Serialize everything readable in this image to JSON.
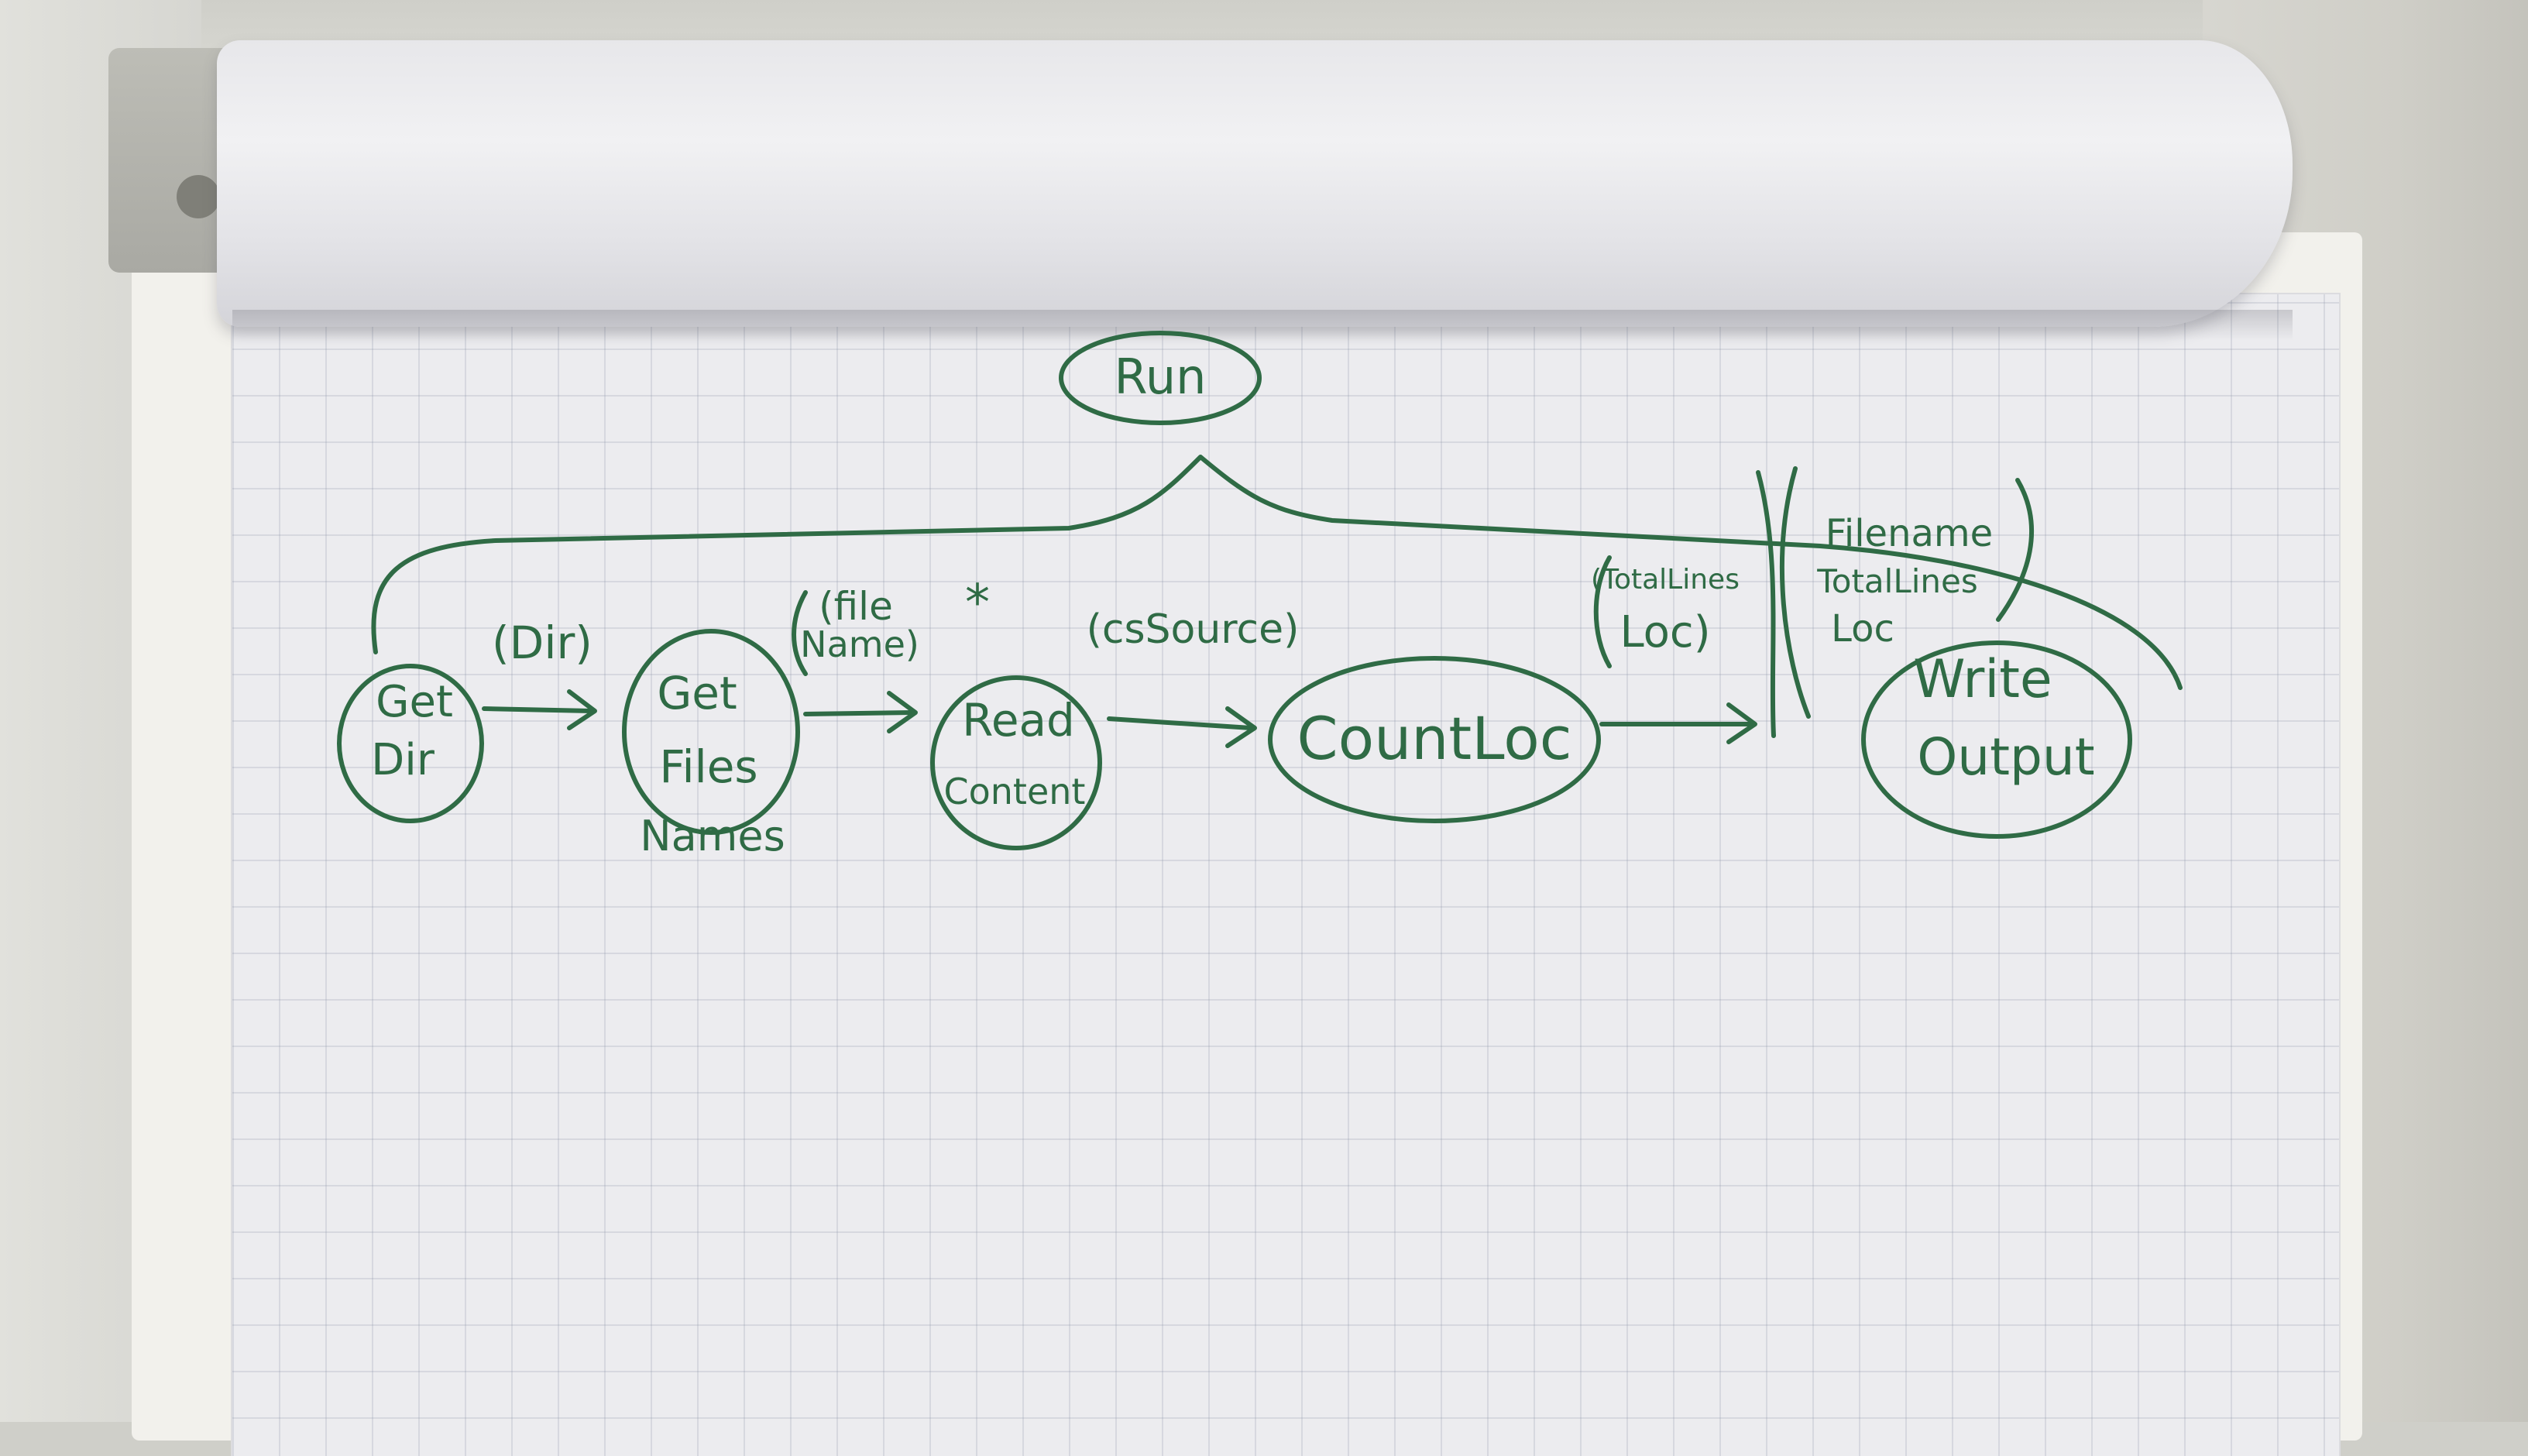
{
  "colors": {
    "marker_ink": "#2f6b45",
    "paper": "#ececef",
    "grid": "#9aa2b0"
  },
  "diagram": {
    "root": "Run",
    "nodes": {
      "get_dir": [
        "Get",
        "Dir"
      ],
      "get_files": [
        "Get",
        "Files",
        "Names"
      ],
      "read_content": [
        "Read",
        "Content"
      ],
      "count_loc": "CountLoc",
      "write_output": [
        "Write",
        "Output"
      ]
    },
    "edges": {
      "dir": "(Dir)",
      "filename": [
        "(file",
        "Name)",
        "*"
      ],
      "cssource": "(csSource)",
      "totallines_loc": [
        "(TotalLines",
        "Loc)"
      ],
      "output_fields": [
        "Filename",
        "TotalLines",
        "Loc"
      ]
    }
  }
}
